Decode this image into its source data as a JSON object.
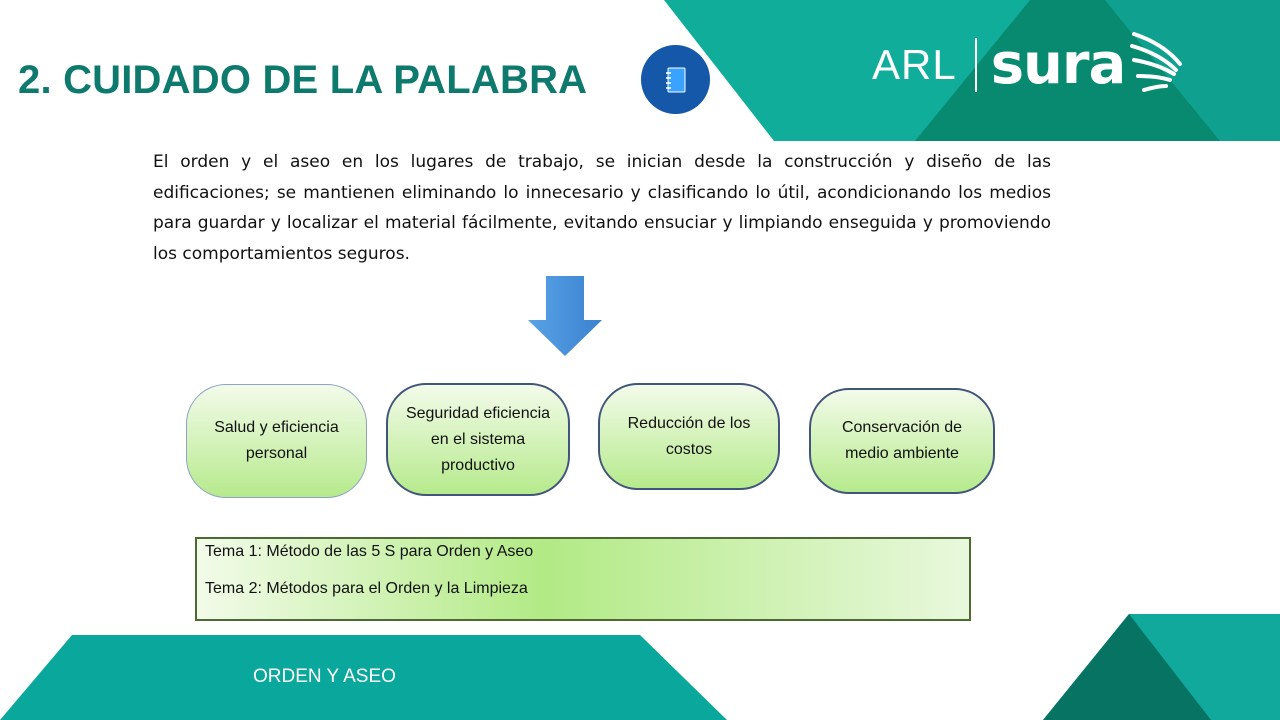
{
  "slide": {
    "title": "2. CUIDADO DE LA PALABRA",
    "intro": "El orden y el aseo en los lugares de trabajo, se inician desde la construcción y diseño de las edificaciones; se mantienen eliminando lo innecesario y clasificando lo útil, acondicionando los medios para guardar y localizar el material fácilmente, evitando ensuciar y limpiando enseguida y promoviendo los comportamientos seguros.",
    "benefits": [
      "Salud y eficiencia personal",
      "Seguridad eficiencia en el sistema productivo",
      "Reducción de los costos",
      "Conservación de medio ambiente"
    ],
    "topics": [
      "Tema 1: Método de las 5 S para Orden y Aseo",
      "Tema 2: Métodos para el Orden y la  Limpieza"
    ],
    "footer": "ORDEN Y ASEO"
  },
  "logo": {
    "prefix": "ARL",
    "brand": "sura"
  },
  "icons": {
    "title_badge": "notebook-icon",
    "arrow": "arrow-down-icon",
    "logo_mark": "wing-icon"
  },
  "colors": {
    "teal": "#0ea89c",
    "teal_dark": "#0a7a6c",
    "title": "#0e7a6e",
    "badge": "#1557a8",
    "arrow": "#4a90d9",
    "pill_border": "#41557a",
    "pill_fill": "#b6ea8c"
  }
}
